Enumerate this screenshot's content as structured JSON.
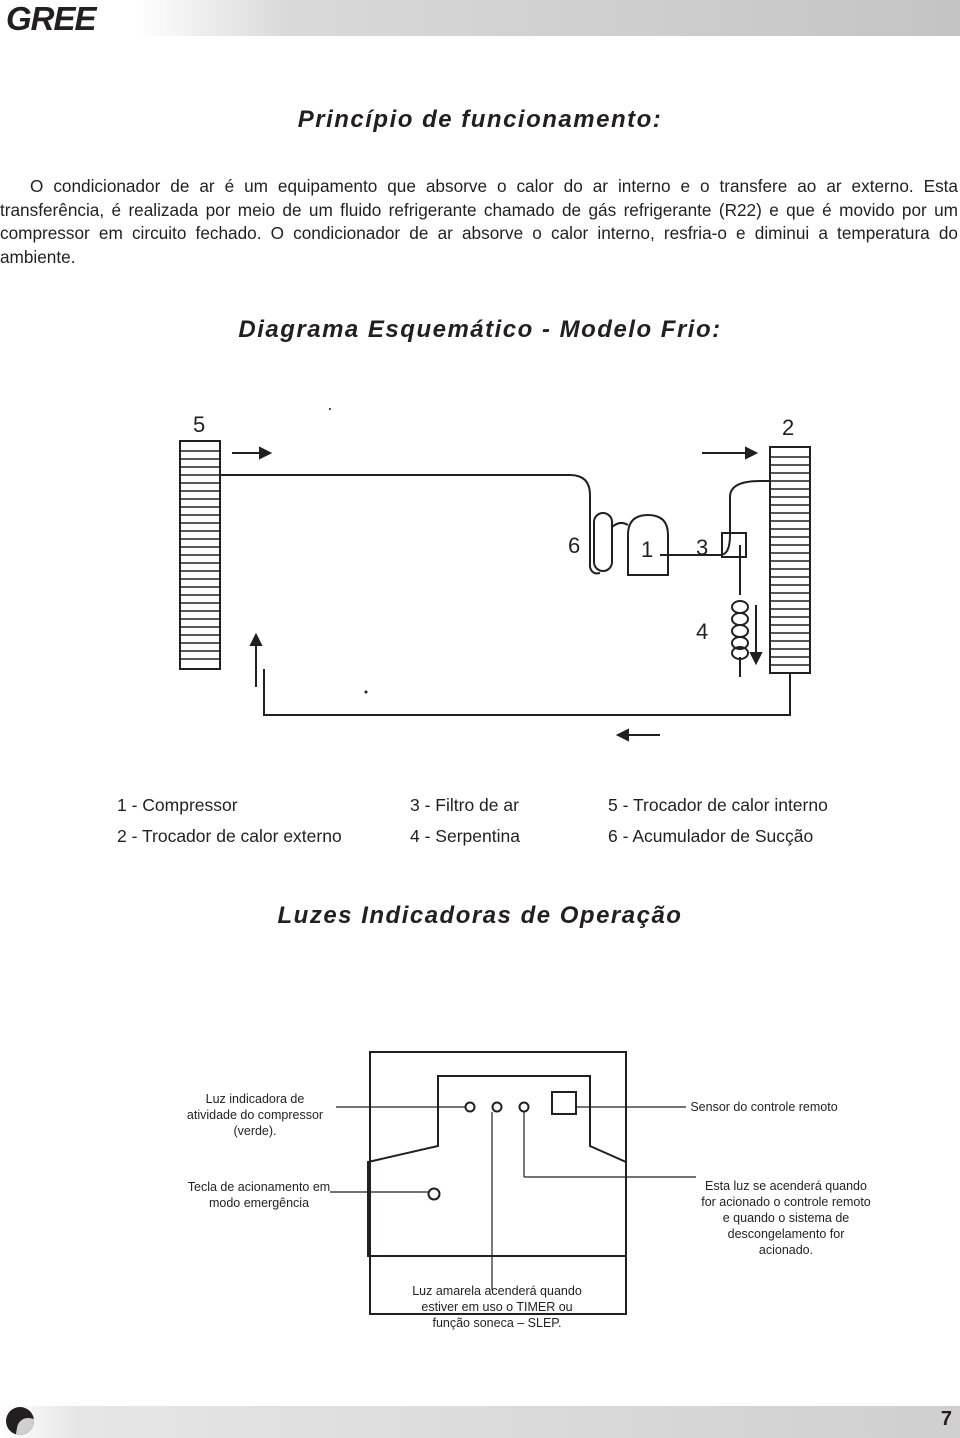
{
  "header": {
    "logo_text": "GREE"
  },
  "section_principle": {
    "title": "Princípio de funcionamento:",
    "paragraph": "O condicionador de ar é um equipamento que absorve o calor do ar interno e o transfere ao ar externo. Esta transferência, é realizada por meio de um fluido refrigerante chamado de gás refrigerante (R22) e que é movido por um compressor em circuito fechado. O condicionador de ar absorve o calor interno, resfria-o e diminui a temperatura do ambiente."
  },
  "section_diagram": {
    "title": "Diagrama Esquemático - Modelo Frio:",
    "numbers": {
      "n1": "1",
      "n2": "2",
      "n3": "3",
      "n4": "4",
      "n5": "5",
      "n6": "6"
    },
    "legend": [
      "1 - Compressor",
      "3 - Filtro de ar",
      "5 - Trocador de calor interno",
      "2 - Trocador de calor externo",
      "4 - Serpentina",
      "6 - Acumulador de Sucção"
    ]
  },
  "section_lights": {
    "title": "Luzes Indicadoras de Operação",
    "callouts": {
      "compressor_light": "Luz indicadora de atividade do compressor (verde).",
      "remote_sensor": "Sensor do controle remoto",
      "emergency_key": "Tecla de acionamento em modo emergência",
      "remote_light": "Esta luz se acenderá quando for acionado o controle remoto e quando o sistema de descongelamento for acionado.",
      "timer_light": "Luz amarela acenderá quando estiver em uso o TIMER ou função soneca – SLEP."
    }
  },
  "footer": {
    "page_number": "7"
  }
}
